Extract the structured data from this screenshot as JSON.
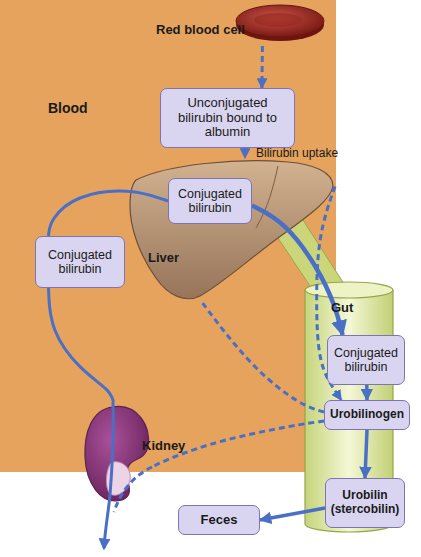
{
  "diagram": {
    "nodes": [
      {
        "text": [
          "Red blood cell"
        ]
      },
      {
        "text": [
          "Unconjugated bilirubin bound to albumin"
        ]
      },
      {
        "text": [
          "Liver"
        ]
      },
      {
        "text": [
          "Conjugated bilirubin"
        ],
        "in": 2
      },
      {
        "text": [
          "Conjugated bilirubin"
        ]
      },
      {
        "text": [
          "Gut"
        ]
      },
      {
        "text": [
          "Conjugated bilirubin"
        ],
        "in": 5
      },
      {
        "text": [
          "Urobilinogen"
        ],
        "in": 5
      },
      {
        "text": [
          "Urobilin (stercobilin)"
        ],
        "in": 5
      },
      {
        "text": [
          "Kidney"
        ]
      },
      {
        "text": [
          "Feces"
        ]
      }
    ],
    "edges": [
      {
        "from": 0,
        "to": 1,
        "arrow": "to"
      },
      {
        "from": 1,
        "to": 2,
        "arrow": "to"
      },
      {
        "from": 3,
        "to": 6,
        "arrow": "to"
      },
      {
        "from": 3,
        "to": 4,
        "arrow": "none"
      },
      {
        "from": 4,
        "to": 9,
        "arrow": "none"
      },
      {
        "from": 6,
        "to": 7,
        "arrow": "to"
      },
      {
        "from": 7,
        "to": 8,
        "arrow": "to"
      },
      {
        "from": 8,
        "to": 10,
        "arrow": "to"
      },
      {
        "from": 2,
        "to": 7,
        "arrow": "to"
      },
      {
        "from": 7,
        "to": 2,
        "arrow": "none"
      },
      {
        "from": 7,
        "to": 9,
        "arrow": "none"
      }
    ],
    "labels": [
      "Blood",
      "Bilirubin uptake"
    ]
  }
}
